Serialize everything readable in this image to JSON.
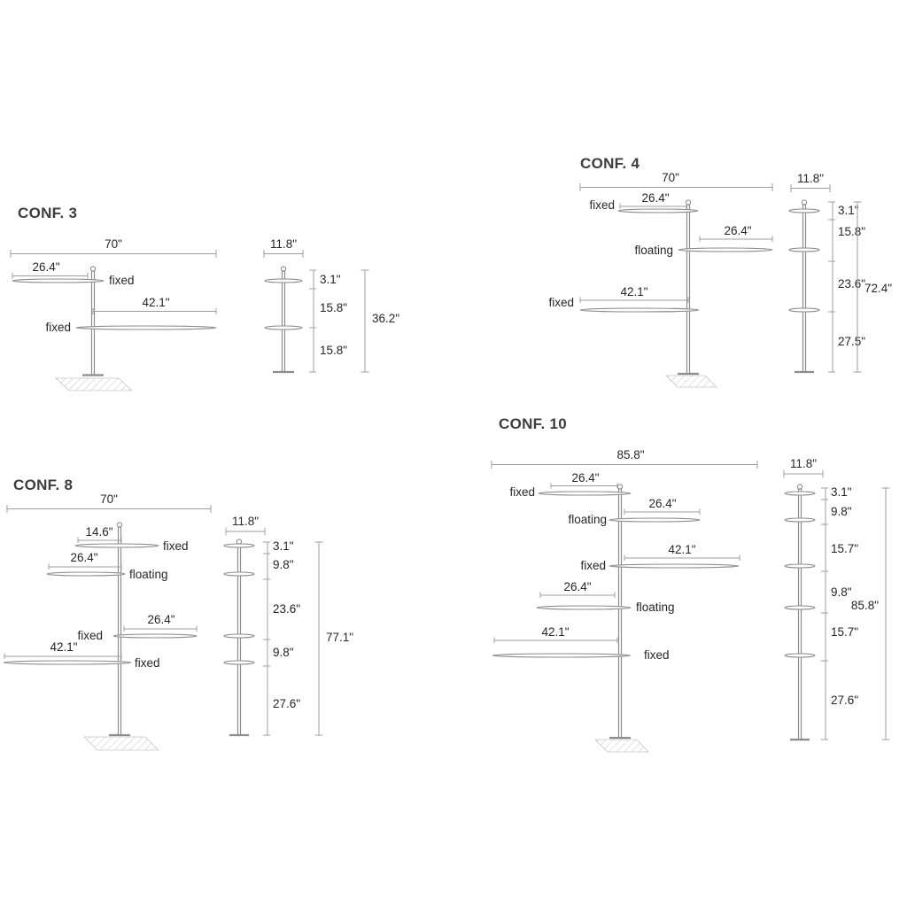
{
  "page": {
    "background": "#ffffff",
    "text_color": "#262626",
    "title_color": "#3d3d3d",
    "line_color": "#8c8c8c",
    "dim_line_color": "#9f9f9f"
  },
  "configs": [
    {
      "title": "CONF. 3",
      "front": {
        "overall_width": "70\"",
        "arms": [
          {
            "length": "26.4\"",
            "type": "fixed"
          },
          {
            "length": "42.1\"",
            "type": "fixed"
          }
        ]
      },
      "side": {
        "depth": "11.8\"",
        "segments": [
          "3.1\"",
          "15.8\"",
          "15.8\""
        ],
        "overall_height": "36.2\""
      }
    },
    {
      "title": "CONF. 4",
      "front": {
        "overall_width": "70\"",
        "arms": [
          {
            "length": "26.4\"",
            "type": "fixed"
          },
          {
            "length": "26.4\"",
            "type": "floating"
          },
          {
            "length": "42.1\"",
            "type": "fixed"
          }
        ]
      },
      "side": {
        "depth": "11.8\"",
        "segments": [
          "3.1\"",
          "15.8\"",
          "23.6\"",
          "27.5\""
        ],
        "overall_height": "72.4\""
      }
    },
    {
      "title": "CONF. 8",
      "front": {
        "overall_width": "70\"",
        "arms": [
          {
            "length": "14.6\"",
            "type": "fixed"
          },
          {
            "length": "26.4\"",
            "type": "floating"
          },
          {
            "length": "26.4\"",
            "type": "fixed"
          },
          {
            "length": "42.1\"",
            "type": "fixed"
          }
        ]
      },
      "side": {
        "depth": "11.8\"",
        "segments": [
          "3.1\"",
          "9.8\"",
          "23.6\"",
          "9.8\"",
          "27.6\""
        ],
        "overall_height": "77.1\""
      }
    },
    {
      "title": "CONF. 10",
      "front": {
        "overall_width": "85.8\"",
        "arms": [
          {
            "length": "26.4\"",
            "type": "fixed"
          },
          {
            "length": "26.4\"",
            "type": "floating"
          },
          {
            "length": "42.1\"",
            "type": "fixed"
          },
          {
            "length": "26.4\"",
            "type": "floating"
          },
          {
            "length": "42.1\"",
            "type": "fixed"
          }
        ]
      },
      "side": {
        "depth": "11.8\"",
        "segments": [
          "3.1\"",
          "9.8\"",
          "15.7\"",
          "9.8\"",
          "15.7\"",
          "27.6\""
        ],
        "overall_height": "85.8\""
      }
    }
  ]
}
